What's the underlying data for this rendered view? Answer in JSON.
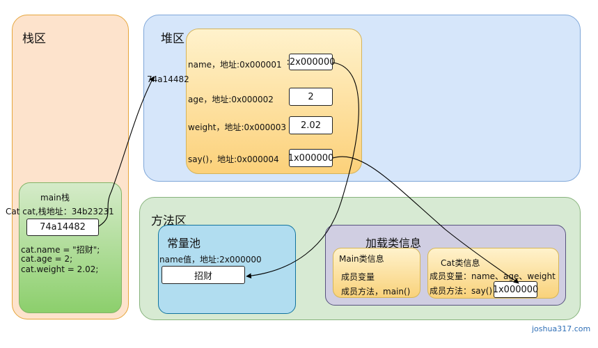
{
  "stack": {
    "title": "栈区",
    "frame": {
      "title": "main栈",
      "var_label": "Cat cat,栈地址：34b23231",
      "var_value": "74a14482",
      "code": [
        "cat.name = \"招财\";",
        "cat.age = 2;",
        "cat.weight = 2.02;"
      ]
    }
  },
  "heap": {
    "title": "堆区",
    "object_address": "74a14482",
    "fields": [
      {
        "label": "name，地址:0x000001",
        "value": ":2x000000"
      },
      {
        "label": "age，地址:0x000002",
        "value": "2"
      },
      {
        "label": "weight，地址:0x000003",
        "value": "2.02"
      },
      {
        "label": "say()，地址:0x000004",
        "value": "1x000000"
      }
    ]
  },
  "method_area": {
    "title": "方法区",
    "constant_pool": {
      "title": "常量池",
      "entry_label": "name值，地址:2x000000",
      "entry_value": "招财"
    },
    "loaded_class_info": {
      "title": "加载类信息",
      "main_class": {
        "title": "Main类信息",
        "members": "成员变量",
        "methods": "成员方法，main()"
      },
      "cat_class": {
        "title": "Cat类信息",
        "members": "成员变量：name、age、weight",
        "methods": "成员方法：say()",
        "method_address": "1x000000"
      }
    }
  },
  "watermark": "joshua317.com"
}
